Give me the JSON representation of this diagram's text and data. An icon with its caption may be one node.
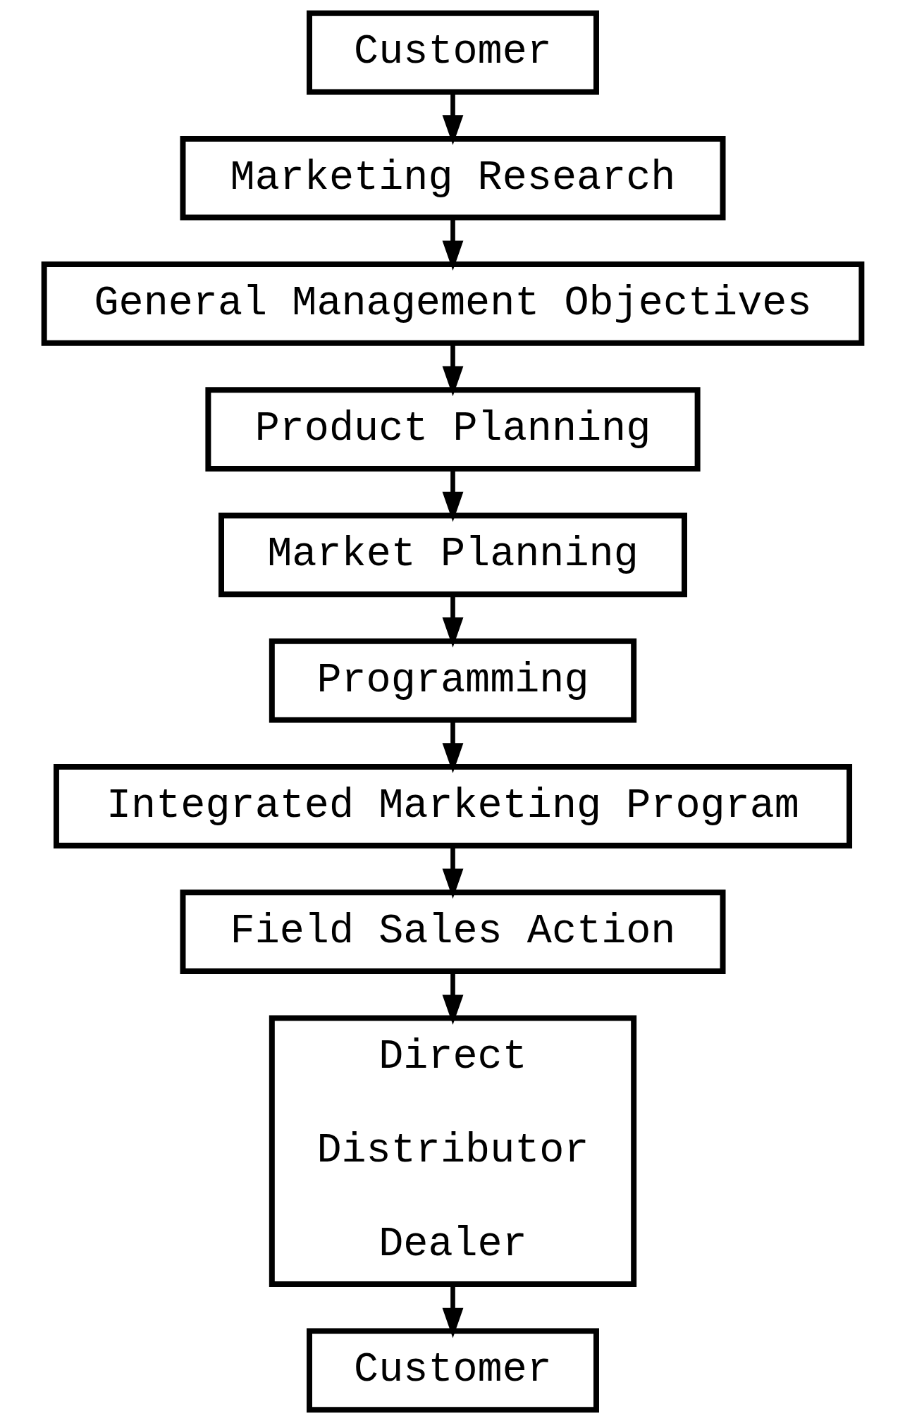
{
  "diagram": {
    "nodes": [
      {
        "text": [
          "Customer"
        ]
      },
      {
        "text": [
          "Marketing Research"
        ]
      },
      {
        "text": [
          "General Management Objectives"
        ]
      },
      {
        "text": [
          "Product Planning"
        ]
      },
      {
        "text": [
          "Market Planning"
        ]
      },
      {
        "text": [
          "Programming"
        ]
      },
      {
        "text": [
          "Integrated Marketing Program"
        ]
      },
      {
        "text": [
          "Field Sales Action"
        ]
      },
      {
        "text": [
          "Direct",
          "Distributor",
          "Dealer"
        ]
      },
      {
        "text": [
          "Customer"
        ]
      }
    ],
    "edges": [
      {
        "from": 0,
        "to": 1,
        "arrow": "to"
      },
      {
        "from": 1,
        "to": 2,
        "arrow": "to"
      },
      {
        "from": 2,
        "to": 3,
        "arrow": "to"
      },
      {
        "from": 3,
        "to": 4,
        "arrow": "to"
      },
      {
        "from": 4,
        "to": 5,
        "arrow": "to"
      },
      {
        "from": 5,
        "to": 6,
        "arrow": "to"
      },
      {
        "from": 6,
        "to": 7,
        "arrow": "to"
      },
      {
        "from": 7,
        "to": 8,
        "arrow": "to"
      },
      {
        "from": 8,
        "to": 9,
        "arrow": "to"
      }
    ]
  }
}
